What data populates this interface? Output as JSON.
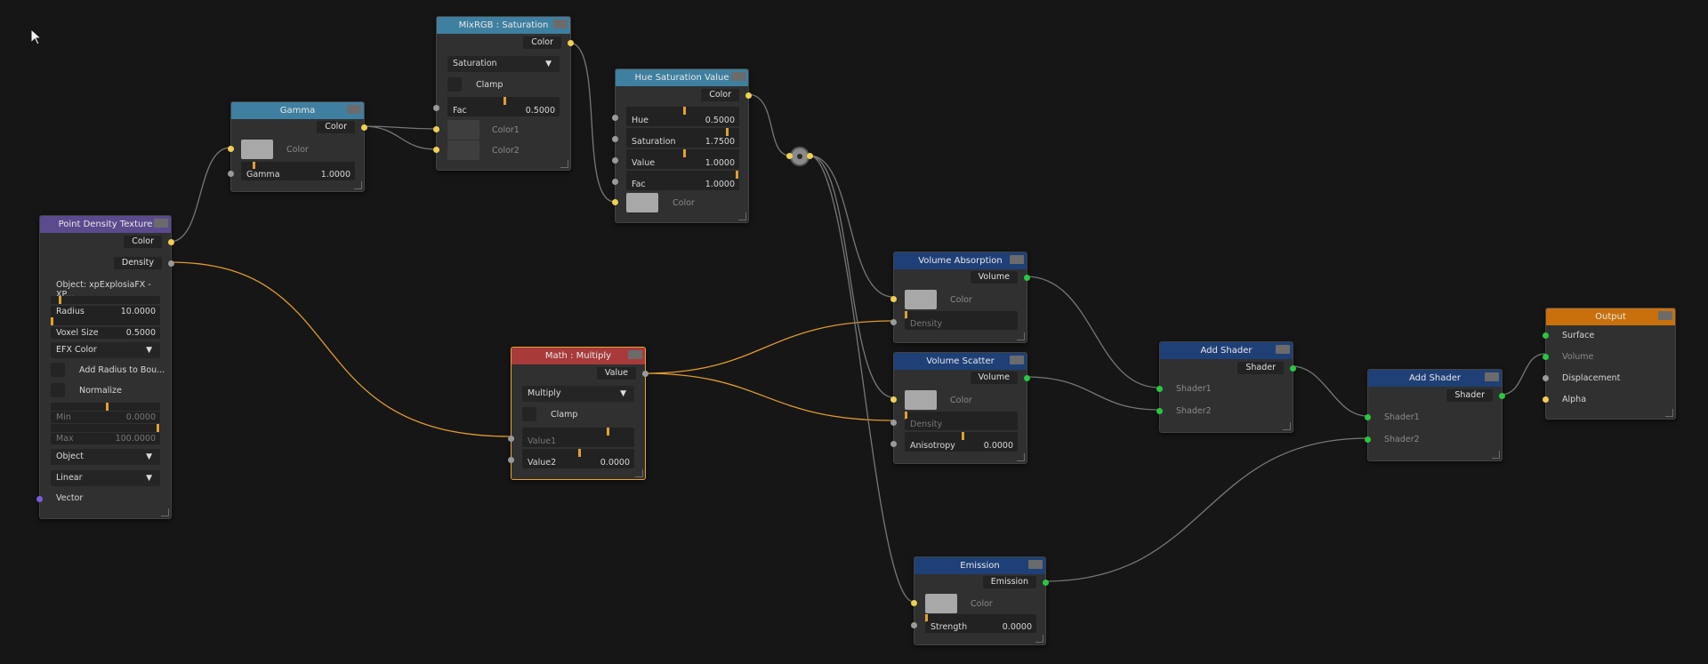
{
  "colors": {
    "canvas": "#161616",
    "node_body": "#303030",
    "header_purple": "#5b4a8e",
    "header_teal": "#3f7fa0",
    "header_red": "#a83a3a",
    "header_navy": "#1f3f77",
    "header_orange": "#c9700d",
    "wire_orange": "#e09a2e",
    "wire_gray": "#777777",
    "socket_yellow": "#f0cf52",
    "socket_gray": "#9a9a9a",
    "socket_green": "#28c840",
    "socket_purple": "#7a5ce0"
  },
  "nodes": {
    "point_density": {
      "title": "Point Density Texture",
      "out_color": "Color",
      "out_density": "Density",
      "object": "Object: xpExplosiaFX - XP...",
      "radius_label": "Radius",
      "radius_value": "10.0000",
      "voxel_label": "Voxel Size",
      "voxel_value": "0.5000",
      "color_mode": "EFX Color",
      "add_radius": "Add Radius to Bou...",
      "normalize": "Normalize",
      "min_label": "Min",
      "min_value": "0.0000",
      "max_label": "Max",
      "max_value": "100.0000",
      "space": "Object",
      "interpolation": "Linear",
      "in_vector": "Vector"
    },
    "gamma": {
      "title": "Gamma",
      "out_color": "Color",
      "in_color": "Color",
      "gamma_label": "Gamma",
      "gamma_value": "1.0000"
    },
    "mixrgb": {
      "title": "MixRGB : Saturation",
      "out_color": "Color",
      "blend_mode": "Saturation",
      "clamp": "Clamp",
      "fac_label": "Fac",
      "fac_value": "0.5000",
      "color1": "Color1",
      "color2": "Color2"
    },
    "hsv": {
      "title": "Hue Saturation Value",
      "out_color": "Color",
      "hue_label": "Hue",
      "hue_value": "0.5000",
      "sat_label": "Saturation",
      "sat_value": "1.7500",
      "val_label": "Value",
      "val_value": "1.0000",
      "fac_label": "Fac",
      "fac_value": "1.0000",
      "in_color": "Color"
    },
    "math": {
      "title": "Math : Multiply",
      "out_value": "Value",
      "operation": "Multiply",
      "clamp": "Clamp",
      "value1": "Value1",
      "value2_label": "Value2",
      "value2_value": "0.0000"
    },
    "vol_abs": {
      "title": "Volume Absorption",
      "out_volume": "Volume",
      "in_color": "Color",
      "in_density": "Density"
    },
    "vol_scatter": {
      "title": "Volume Scatter",
      "out_volume": "Volume",
      "in_color": "Color",
      "in_density": "Density",
      "aniso_label": "Anisotropy",
      "aniso_value": "0.0000"
    },
    "emission": {
      "title": "Emission",
      "out_emission": "Emission",
      "in_color": "Color",
      "strength_label": "Strength",
      "strength_value": "0.0000"
    },
    "add1": {
      "title": "Add Shader",
      "out_shader": "Shader",
      "in_shader1": "Shader1",
      "in_shader2": "Shader2"
    },
    "add2": {
      "title": "Add Shader",
      "out_shader": "Shader",
      "in_shader1": "Shader1",
      "in_shader2": "Shader2"
    },
    "output": {
      "title": "Output",
      "surface": "Surface",
      "volume": "Volume",
      "displacement": "Displacement",
      "alpha": "Alpha"
    }
  },
  "sliders": {
    "pd_radius_fill": 0.07,
    "pd_voxel_fill": 0.0,
    "pd_min_fill": 0.5,
    "pd_max_fill": 1.0,
    "gamma_fill": 0.1,
    "mix_fac_fill": 0.5,
    "hsv_hue_fill": 0.5,
    "hsv_sat_fill": 0.88,
    "hsv_val_fill": 0.5,
    "hsv_fac_fill": 1.0,
    "math_value1_fill": 0.75,
    "math_value2_fill": 0.5,
    "abs_density_fill": 0.0,
    "scatter_density_fill": 0.0,
    "scatter_aniso_fill": 0.5,
    "emission_color_fill": 0.0
  }
}
